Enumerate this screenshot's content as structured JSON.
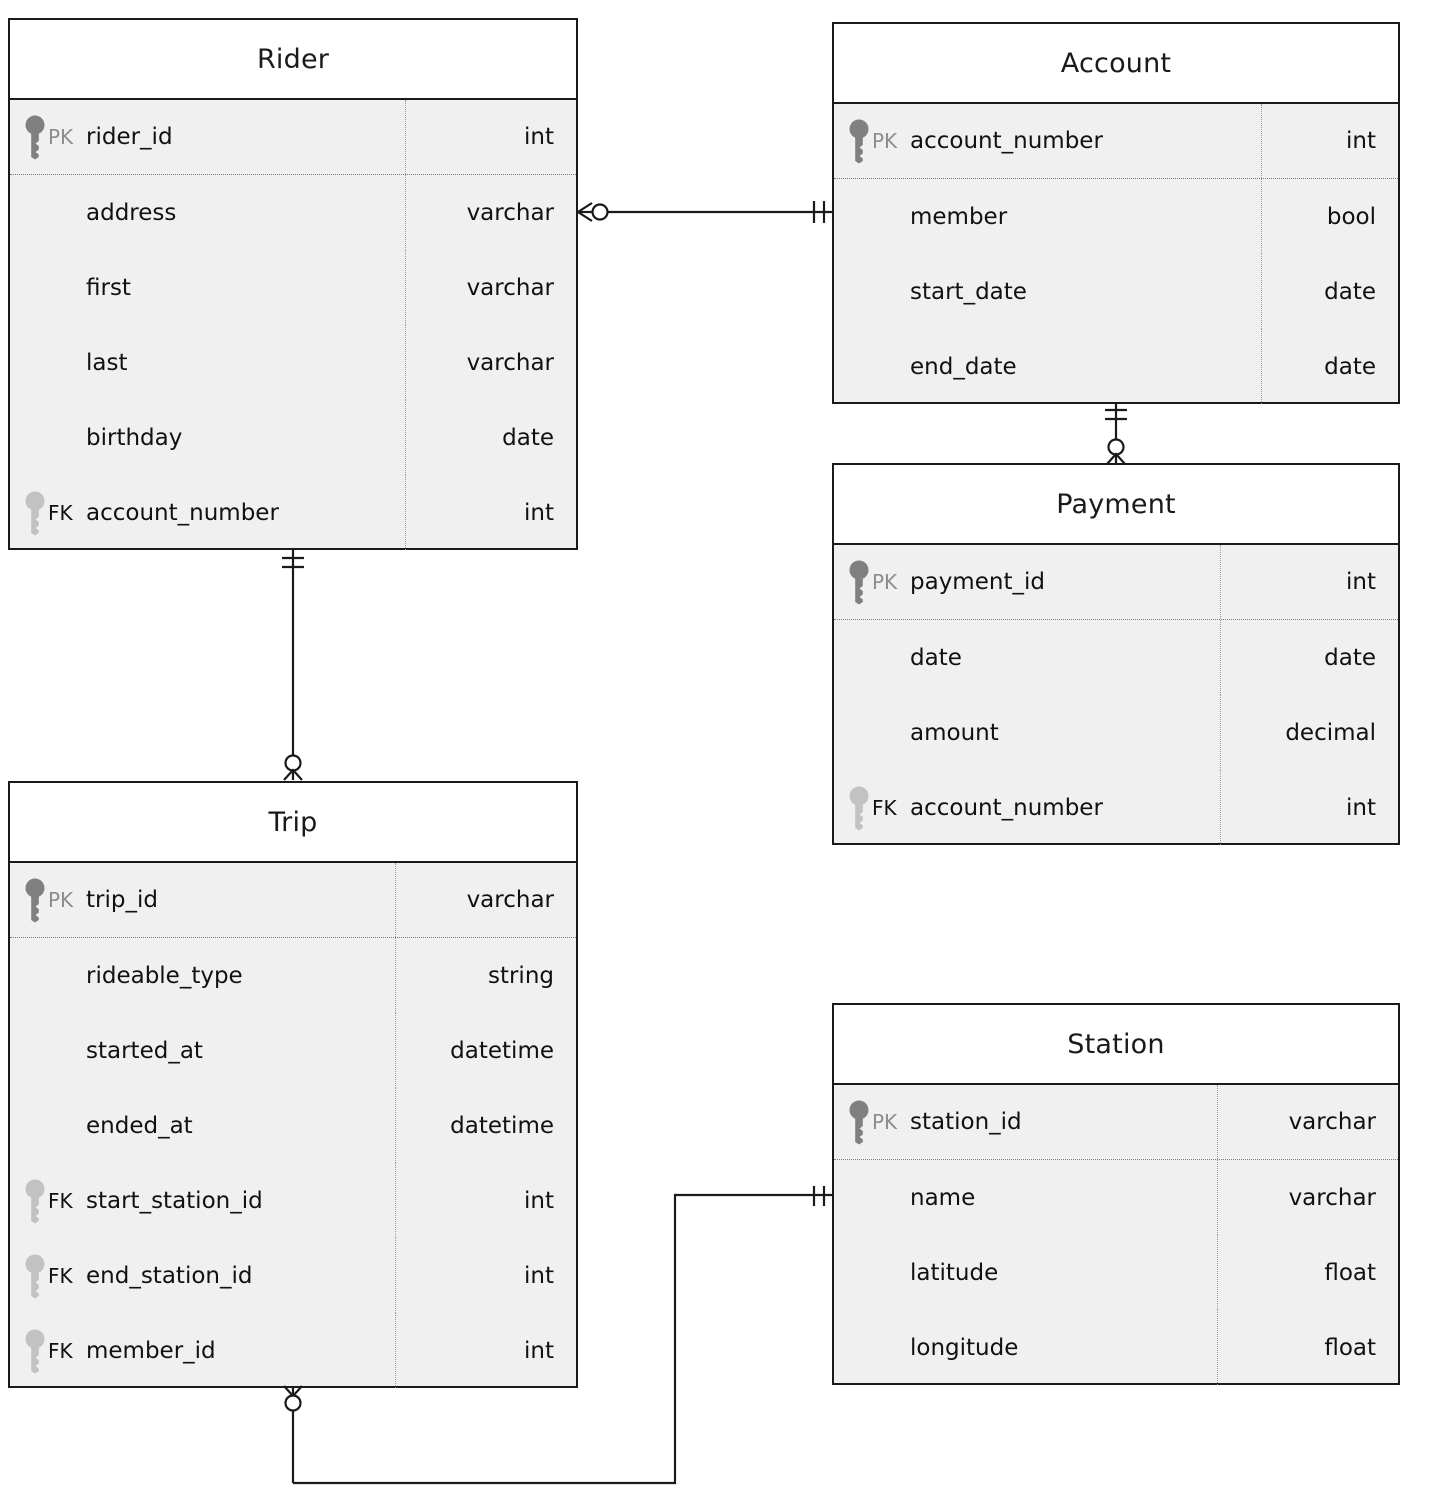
{
  "diagram": {
    "type": "entity-relationship-diagram",
    "notation": "crows-foot",
    "key_labels": {
      "primary": "PK",
      "foreign": "FK"
    },
    "colors": {
      "border": "#1a1a1a",
      "row_fill": "#f0f0f0",
      "title_fill": "#ffffff",
      "pk_icon": "#808080",
      "fk_icon": "#c2c2c2",
      "pk_text": "#8d8d8d",
      "fk_text": "#111111"
    }
  },
  "entities": [
    {
      "name": "Rider",
      "attributes": [
        {
          "key": "PK",
          "name": "rider_id",
          "type": "int"
        },
        {
          "key": "",
          "name": "address",
          "type": "varchar"
        },
        {
          "key": "",
          "name": "first",
          "type": "varchar"
        },
        {
          "key": "",
          "name": "last",
          "type": "varchar"
        },
        {
          "key": "",
          "name": "birthday",
          "type": "date"
        },
        {
          "key": "FK",
          "name": "account_number",
          "type": "int"
        }
      ]
    },
    {
      "name": "Account",
      "attributes": [
        {
          "key": "PK",
          "name": "account_number",
          "type": "int"
        },
        {
          "key": "",
          "name": "member",
          "type": "bool"
        },
        {
          "key": "",
          "name": "start_date",
          "type": "date"
        },
        {
          "key": "",
          "name": "end_date",
          "type": "date"
        }
      ]
    },
    {
      "name": "Payment",
      "attributes": [
        {
          "key": "PK",
          "name": "payment_id",
          "type": "int"
        },
        {
          "key": "",
          "name": "date",
          "type": "date"
        },
        {
          "key": "",
          "name": "amount",
          "type": "decimal"
        },
        {
          "key": "FK",
          "name": "account_number",
          "type": "int"
        }
      ]
    },
    {
      "name": "Trip",
      "attributes": [
        {
          "key": "PK",
          "name": "trip_id",
          "type": "varchar"
        },
        {
          "key": "",
          "name": "rideable_type",
          "type": "string"
        },
        {
          "key": "",
          "name": "started_at",
          "type": "datetime"
        },
        {
          "key": "",
          "name": "ended_at",
          "type": "datetime"
        },
        {
          "key": "FK",
          "name": "start_station_id",
          "type": "int"
        },
        {
          "key": "FK",
          "name": "end_station_id",
          "type": "int"
        },
        {
          "key": "FK",
          "name": "member_id",
          "type": "int"
        }
      ]
    },
    {
      "name": "Station",
      "attributes": [
        {
          "key": "PK",
          "name": "station_id",
          "type": "varchar"
        },
        {
          "key": "",
          "name": "name",
          "type": "varchar"
        },
        {
          "key": "",
          "name": "latitude",
          "type": "float"
        },
        {
          "key": "",
          "name": "longitude",
          "type": "float"
        }
      ]
    }
  ],
  "relationships": [
    {
      "from": "Rider",
      "to": "Account",
      "from_cardinality": "zero-or-many",
      "to_cardinality": "exactly-one"
    },
    {
      "from": "Account",
      "to": "Payment",
      "from_cardinality": "exactly-one",
      "to_cardinality": "zero-or-many"
    },
    {
      "from": "Rider",
      "to": "Trip",
      "from_cardinality": "exactly-one",
      "to_cardinality": "zero-or-many"
    },
    {
      "from": "Trip",
      "to": "Station",
      "from_cardinality": "zero-or-many",
      "to_cardinality": "exactly-one"
    }
  ]
}
